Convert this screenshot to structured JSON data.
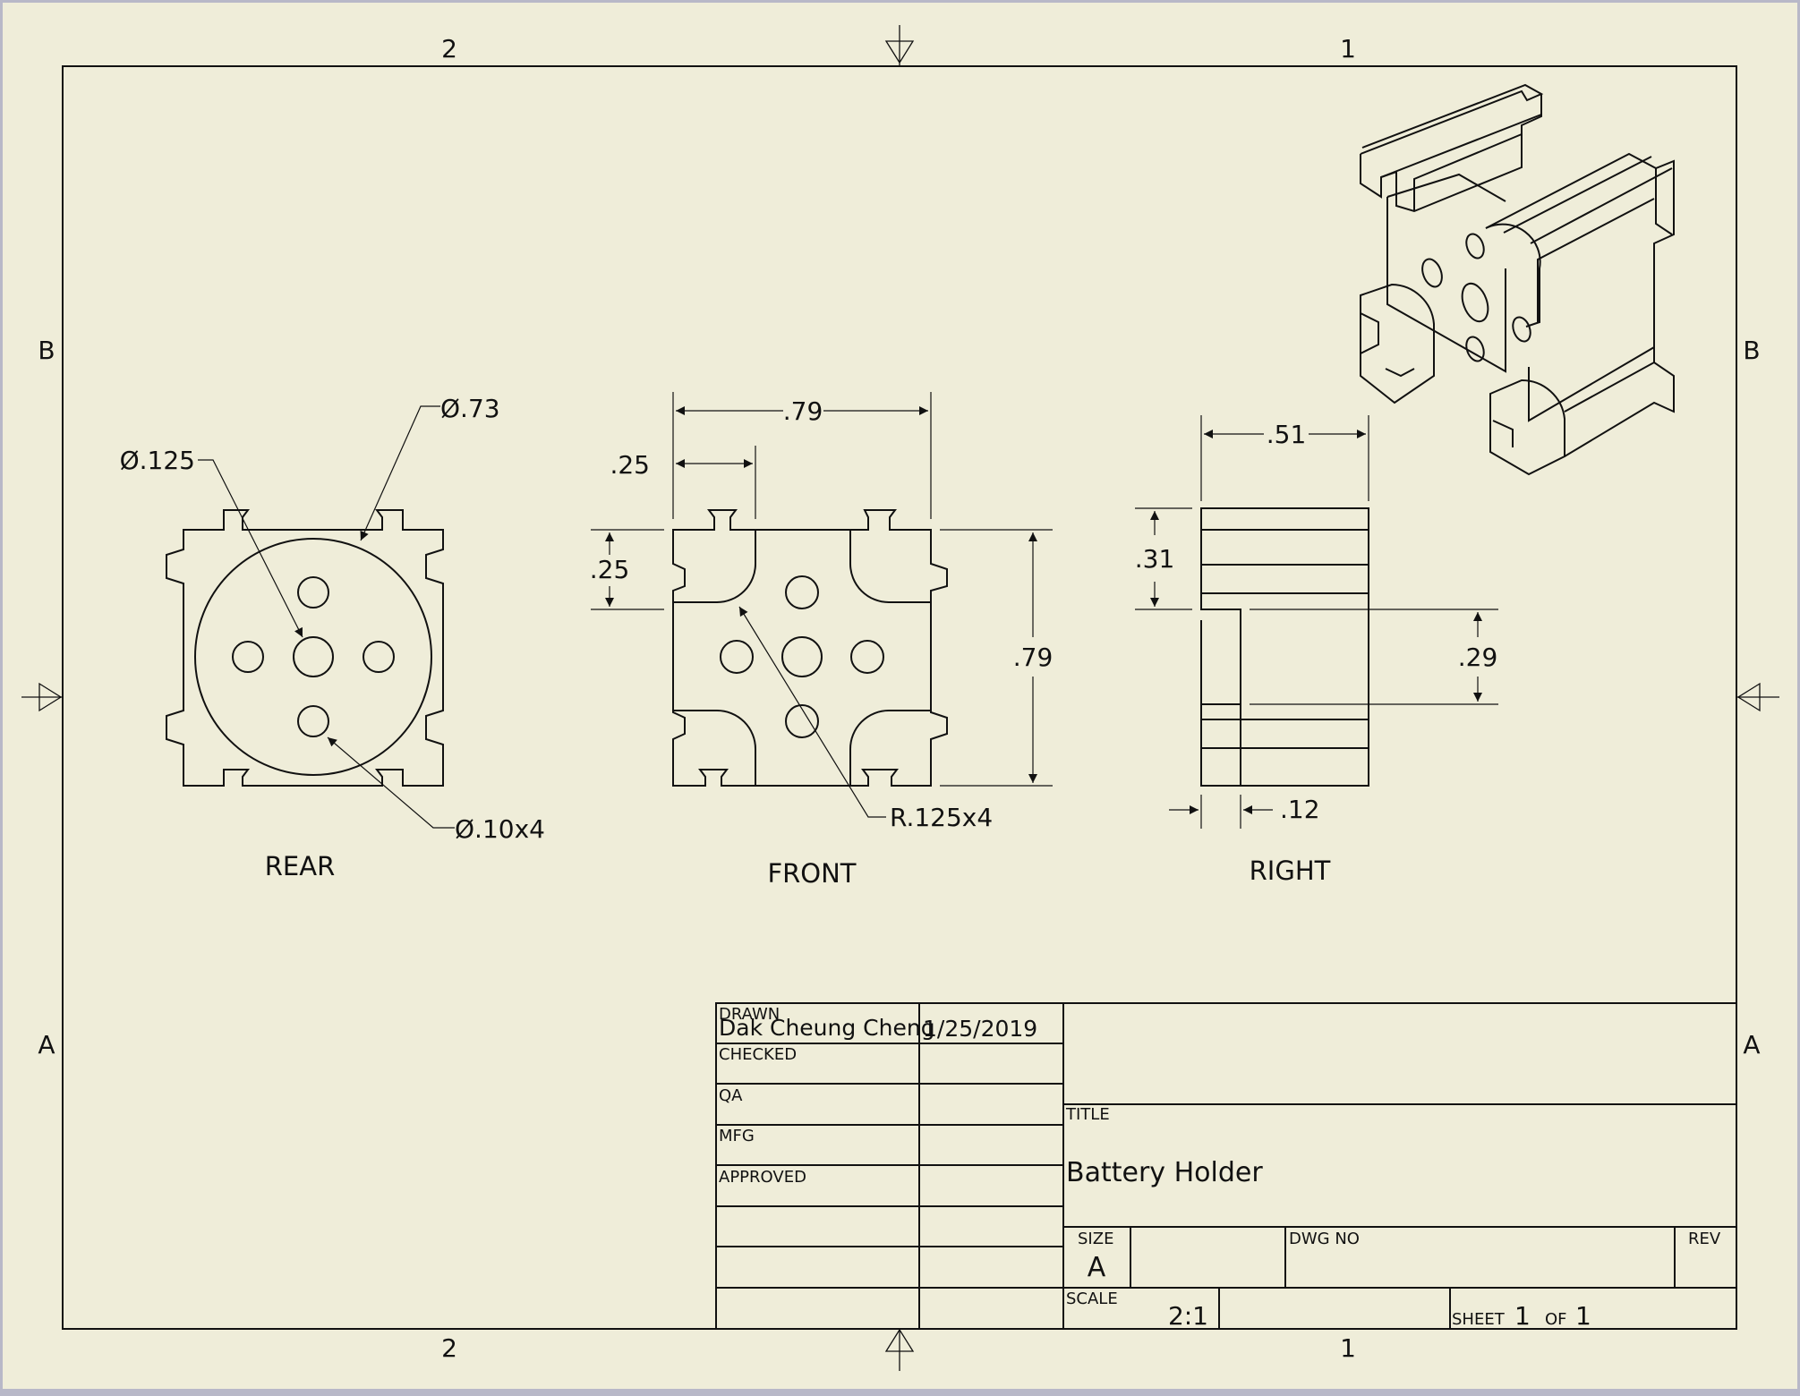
{
  "colors": {
    "paper": "#efedd9",
    "ink": "#111111",
    "window": "#b8b8c8"
  },
  "zones": {
    "top": [
      "2",
      "1"
    ],
    "bottom": [
      "2",
      "1"
    ],
    "left": [
      "B",
      "A"
    ],
    "right": [
      "B",
      "A"
    ]
  },
  "views": {
    "rear": {
      "label": "REAR",
      "dims": {
        "dia_large": "Ø.73",
        "dia_center": "Ø.125",
        "dia_small": "Ø.10x4"
      }
    },
    "front": {
      "label": "FRONT",
      "dims": {
        "width": ".79",
        "slot_offset": ".25",
        "slot_depth": ".25",
        "height": ".79",
        "radius": "R.125x4"
      }
    },
    "right": {
      "label": "RIGHT",
      "dims": {
        "width": ".51",
        "upper": ".31",
        "gap": ".29",
        "lip": ".12"
      }
    },
    "isometric": {
      "icon": "battery-holder-isometric"
    }
  },
  "title_block": {
    "drawn_label": "DRAWN",
    "drawn_name": "Dak Cheung Cheng",
    "drawn_date": "1/25/2019",
    "checked_label": "CHECKED",
    "qa_label": "QA",
    "mfg_label": "MFG",
    "approved_label": "APPROVED",
    "title_label": "TITLE",
    "title": "Battery Holder",
    "size_label": "SIZE",
    "size": "A",
    "dwg_no_label": "DWG NO",
    "rev_label": "REV",
    "scale_label": "SCALE",
    "scale": "2:1",
    "sheet_label": "SHEET",
    "sheet": "1",
    "of_label": "OF",
    "sheet_total": "1"
  }
}
